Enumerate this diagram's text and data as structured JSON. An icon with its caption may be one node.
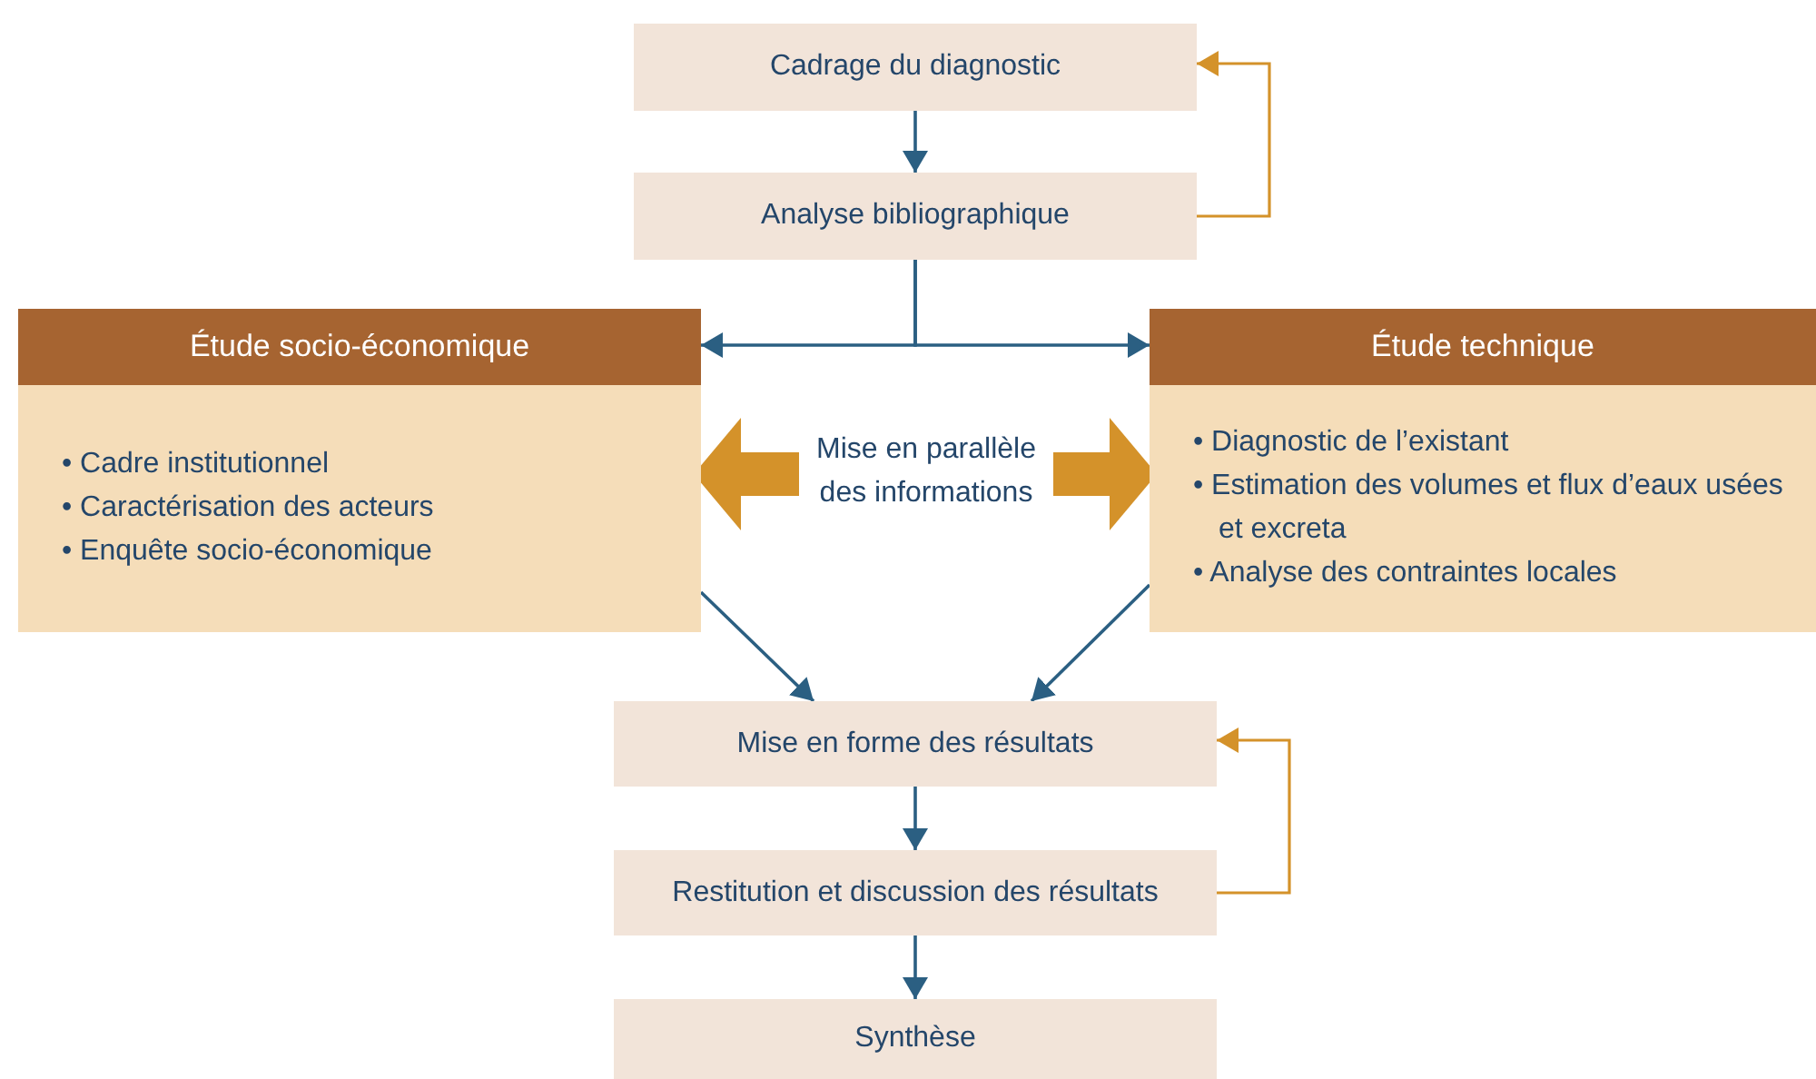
{
  "diagram": {
    "nodes": [
      {
        "text": [
          "Cadrage du diagnostic"
        ]
      },
      {
        "text": [
          "Analyse bibliographique"
        ]
      },
      {
        "text": [
          "Étude socio-économique",
          "• Cadre institutionnel",
          "• Caractérisation des acteurs",
          "• Enquête socio-économique"
        ]
      },
      {
        "text": [
          "Mise en parallèle des informations"
        ]
      },
      {
        "text": [
          "Étude technique",
          "• Diagnostic de l’existant",
          "• Estimation des volumes et flux d’eaux usées et excreta",
          "• Analyse des contraintes locales"
        ]
      },
      {
        "text": [
          "Mise en forme des résultats"
        ]
      },
      {
        "text": [
          "Restitution et discussion des résultats"
        ]
      },
      {
        "text": [
          "Synthèse"
        ]
      }
    ],
    "edges": [
      {
        "from": 0,
        "to": 1,
        "arrow": "to"
      },
      {
        "from": 1,
        "to": 2,
        "arrow": "to"
      },
      {
        "from": 1,
        "to": 4,
        "arrow": "to"
      },
      {
        "from": 1,
        "to": 0,
        "arrow": "to",
        "color": "#d4922a"
      },
      {
        "from": 3,
        "to": 2,
        "arrow": "to",
        "style": "thick",
        "color": "#d4922a"
      },
      {
        "from": 3,
        "to": 4,
        "arrow": "to",
        "style": "thick",
        "color": "#d4922a"
      },
      {
        "from": 2,
        "to": 5,
        "arrow": "to"
      },
      {
        "from": 4,
        "to": 5,
        "arrow": "to"
      },
      {
        "from": 5,
        "to": 6,
        "arrow": "to"
      },
      {
        "from": 6,
        "to": 5,
        "arrow": "to",
        "color": "#d4922a"
      },
      {
        "from": 6,
        "to": 7,
        "arrow": "to"
      }
    ]
  }
}
